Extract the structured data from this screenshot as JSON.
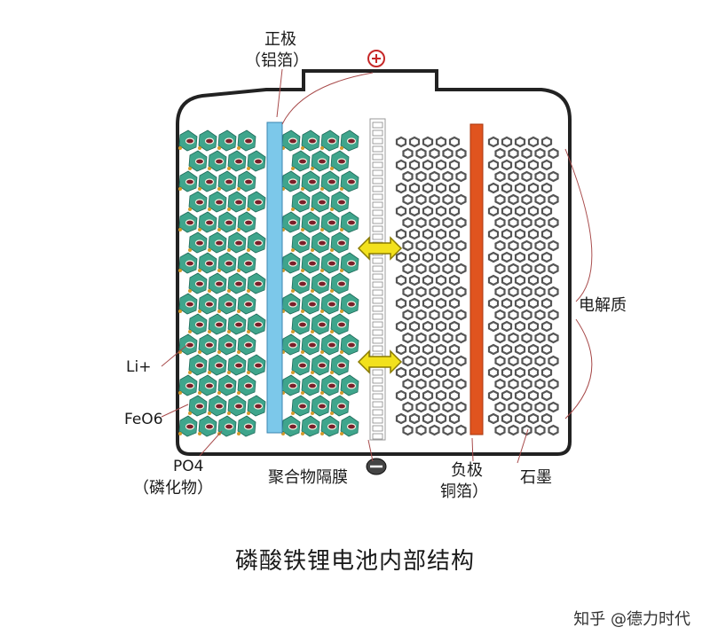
{
  "labels": {
    "cathode_line1": "正极",
    "cathode_line2": "（铝箔）",
    "plus_sign": "⊕",
    "minus_sign": "⊖",
    "electrolyte": "电解质",
    "li_ion": "Li+",
    "feo6": "FeO6",
    "po4_line1": "PO4",
    "po4_line2": "（磷化物）",
    "separator": "聚合物隔膜",
    "anode_line1": "负极",
    "anode_line2": "铜箔）",
    "graphite": "石墨"
  },
  "caption": "磷酸铁锂电池内部结构",
  "watermark": "知乎 @德力时代",
  "colors": {
    "crystal": "#3fa58c",
    "aluminum_foil": "#7cc8ea",
    "copper_foil": "#e0541f",
    "graphite": "#555555",
    "arrow": "#f2e11d",
    "shell": "#222222"
  }
}
